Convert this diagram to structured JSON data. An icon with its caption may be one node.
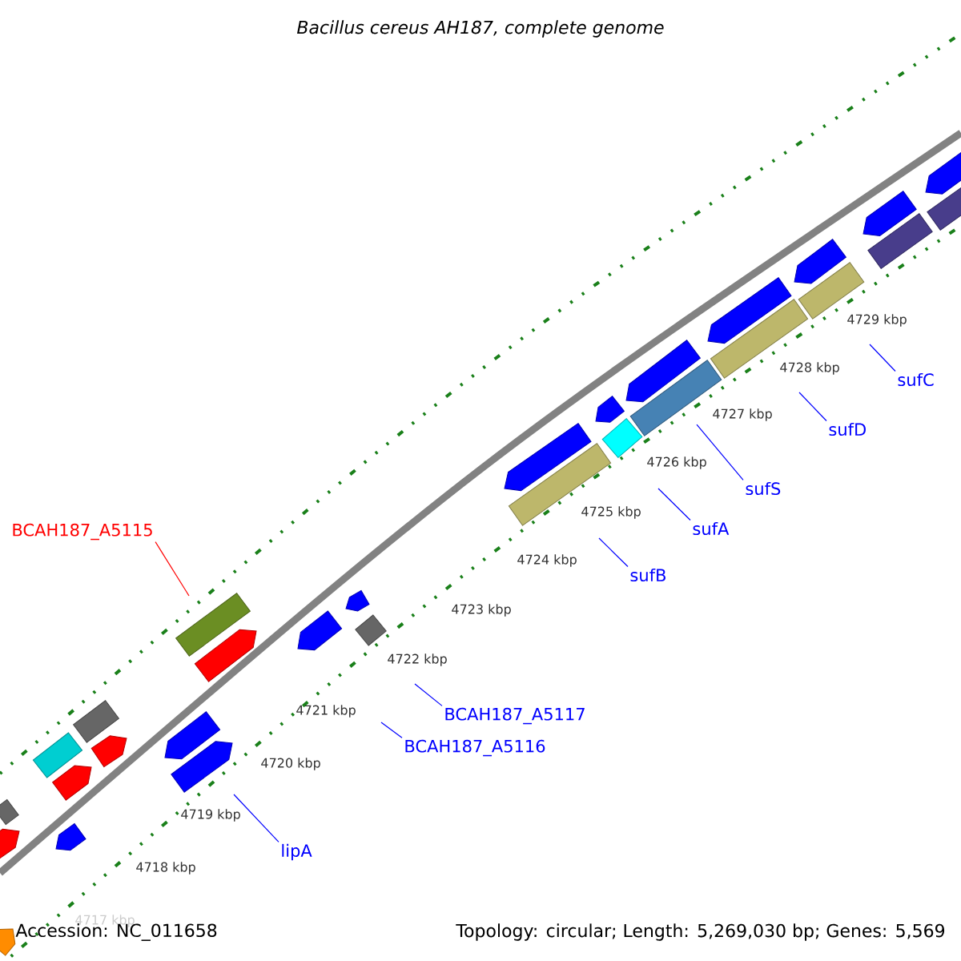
{
  "diagram": {
    "title": "Bacillus cereus AH187, complete genome",
    "nodes": [
      {
        "text": [
          "sufC"
        ]
      },
      {
        "text": [
          "sufD"
        ]
      },
      {
        "text": [
          "sufS"
        ]
      },
      {
        "text": [
          "sufA"
        ]
      },
      {
        "text": [
          "BCAH187_A5115"
        ]
      },
      {
        "text": [
          "sufB"
        ]
      },
      {
        "text": [
          "BCAH187_A5117"
        ]
      },
      {
        "text": [
          "BCAH187_A5116"
        ]
      },
      {
        "text": [
          "lipA"
        ]
      }
    ],
    "edges": [
      {
        "from": 0,
        "to": null,
        "arrow": "none"
      },
      {
        "from": 1,
        "to": null,
        "arrow": "none"
      },
      {
        "from": 2,
        "to": null,
        "arrow": "none"
      },
      {
        "from": 3,
        "to": null,
        "arrow": "none"
      },
      {
        "from": 4,
        "to": null,
        "arrow": "none",
        "color": "#ff0000"
      },
      {
        "from": 5,
        "to": null,
        "arrow": "none"
      },
      {
        "from": 6,
        "to": null,
        "arrow": "none"
      },
      {
        "from": 7,
        "to": null,
        "arrow": "none"
      },
      {
        "from": 8,
        "to": null,
        "arrow": "none"
      }
    ],
    "labels": [
      "4729 kbp",
      "4728 kbp",
      "4727 kbp",
      "4726 kbp",
      "4725 kbp",
      "4724 kbp",
      "4723 kbp",
      "4722 kbp",
      "4721 kbp",
      "4720 kbp",
      "4719 kbp",
      "4718 kbp",
      "4717 kbp",
      "Accession: NC_011658",
      "Topology: circular; Length: 5,269,030 bp; Genes: 5,569"
    ]
  }
}
